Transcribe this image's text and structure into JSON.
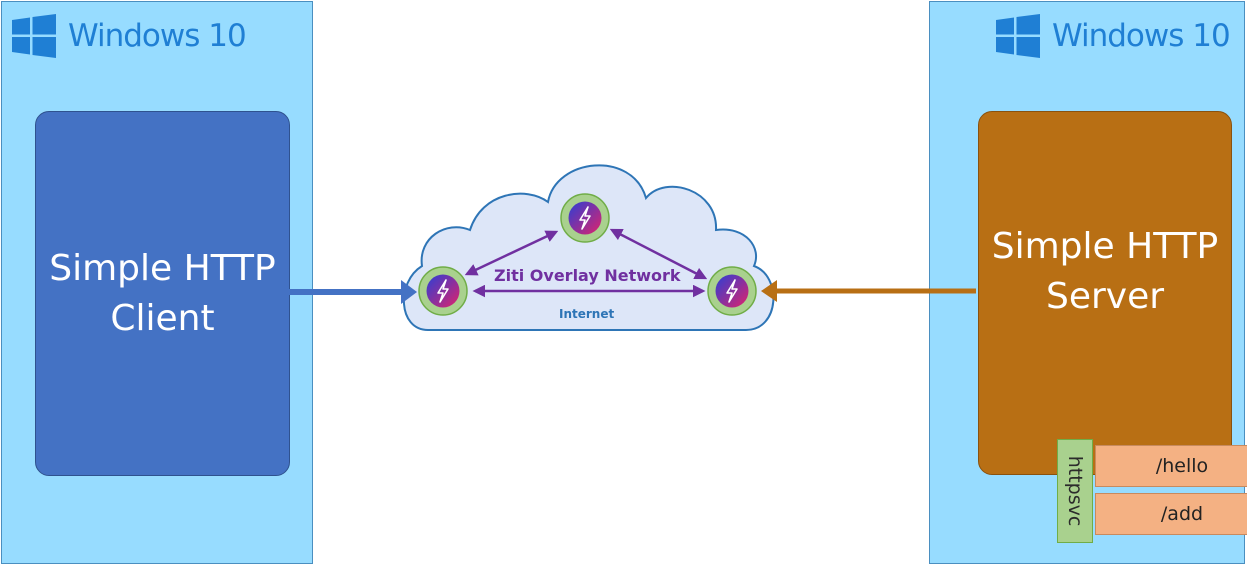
{
  "client_host": {
    "os_name": "Windows 10",
    "app_title": "Simple HTTP\nClient"
  },
  "server_host": {
    "os_name": "Windows 10",
    "app_title": "Simple HTTP\nServer",
    "service_name": "httpsvc",
    "routes": [
      "/hello",
      "/add"
    ]
  },
  "network": {
    "overlay_label": "Ziti Overlay Network",
    "underlay_label": "Internet"
  },
  "colors": {
    "host_panel": "#97dcff",
    "client_app": "#4472c4",
    "server_app": "#b86f14",
    "overlay": "#7030a0",
    "cloud_border": "#2e75b6",
    "client_arrow": "#4472c4",
    "server_arrow": "#b86f14",
    "node_ring": "#a9d18e"
  },
  "icons": [
    "windows-logo-icon",
    "ziti-node-icon"
  ]
}
